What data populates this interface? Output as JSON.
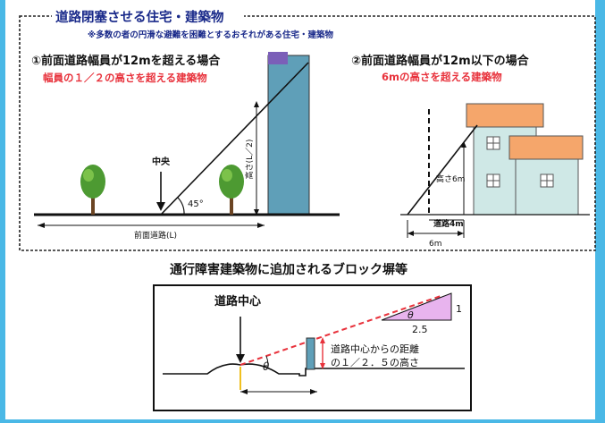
{
  "top_title": "道路閉塞させる住宅・建築物",
  "top_note": "※多数の者の円滑な避難を困難とするおそれがある住宅・建築物",
  "case1": {
    "heading": "①前面道路幅員が12mを超える場合",
    "sub": "幅員の１／２の高さを超える建築物",
    "center_label": "中央",
    "height_label": "高さ(L／2)",
    "angle_label": "45°",
    "road_label": "前面道路(L)"
  },
  "case2": {
    "heading": "②前面道路幅員が12m以下の場合",
    "sub": "6mの高さを超える建築物",
    "height_label": "高さ6m",
    "road_label": "道路4m",
    "dist_label": "6m"
  },
  "bottom": {
    "title": "通行障害建築物に追加されるブロック塀等",
    "center_label": "道路中心",
    "theta": "θ",
    "ratio_height": "1",
    "ratio_base": "2.5",
    "note_line1": "道路中心からの距離",
    "note_line2": "の１／２．５の高さ"
  },
  "colors": {
    "title_blue": "#1a2a8a",
    "red": "#e8323c",
    "building_blue": "#5f9fb8",
    "purple": "#7b5fb8",
    "house_wall": "#cfe8e6",
    "house_roof": "#f5a66b",
    "triangle_pink": "#e8b4ee"
  }
}
